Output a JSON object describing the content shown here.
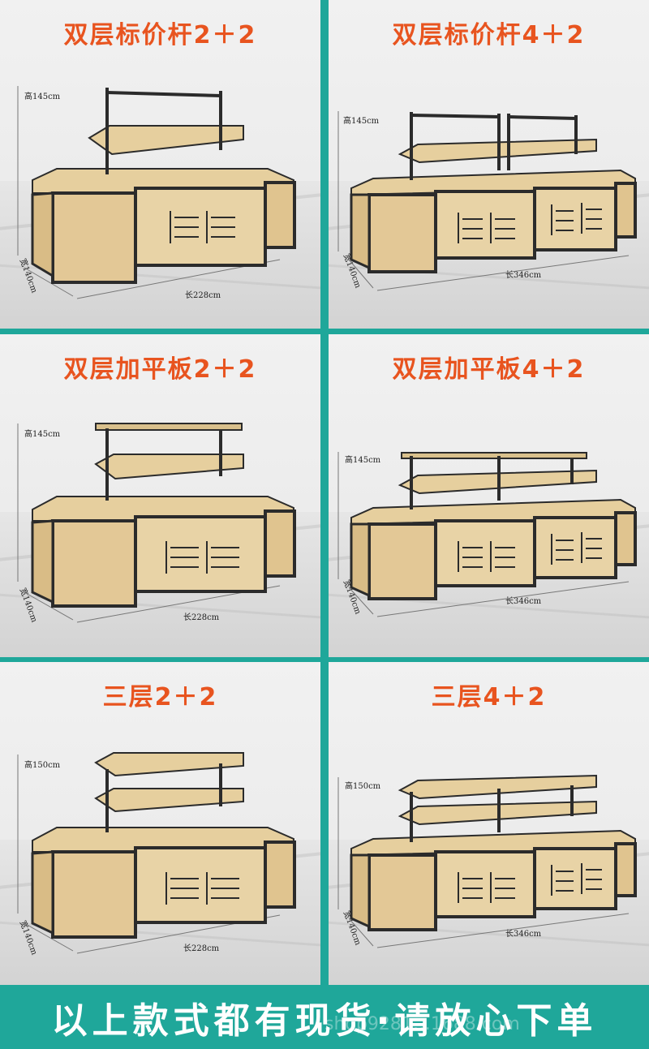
{
  "panels": [
    {
      "title": "双层标价杆2＋2",
      "height": "高145cm",
      "width": "宽140cm",
      "length": "长228cm"
    },
    {
      "title": "双层标价杆4＋2",
      "height": "高145cm",
      "width": "宽140cm",
      "length": "长346cm"
    },
    {
      "title": "双层加平板2＋2",
      "height": "高145cm",
      "width": "宽140cm",
      "length": "长228cm"
    },
    {
      "title": "双层加平板4＋2",
      "height": "高145cm",
      "width": "宽140cm",
      "length": "长346cm"
    },
    {
      "title": "三层2＋2",
      "height": "高150cm",
      "width": "宽140cm",
      "length": "长228cm"
    },
    {
      "title": "三层4＋2",
      "height": "高150cm",
      "width": "宽140cm",
      "length": "长346cm"
    }
  ],
  "footer": {
    "text": "以上款式都有现货·请放心下单"
  },
  "watermark": {
    "text": "shop9281…1688.com"
  },
  "colors": {
    "title": "#e8541f",
    "teal": "#1fa79a",
    "wood": "#e6cf9e",
    "frame": "#2b2b2b"
  }
}
